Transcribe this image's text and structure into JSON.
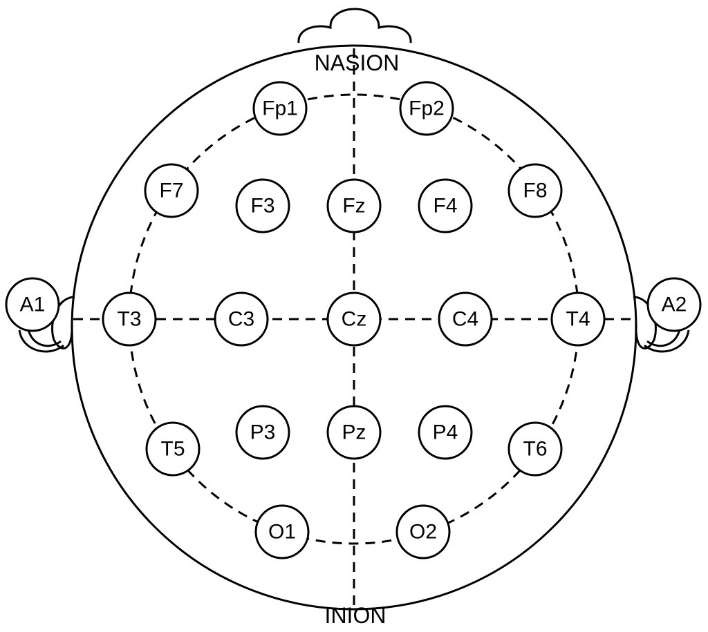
{
  "landmarks": {
    "top": "NASION",
    "bottom": "INION"
  },
  "electrodes": [
    {
      "id": "fp1",
      "label": "Fp1"
    },
    {
      "id": "fp2",
      "label": "Fp2"
    },
    {
      "id": "f7",
      "label": "F7"
    },
    {
      "id": "f3",
      "label": "F3"
    },
    {
      "id": "fz",
      "label": "Fz"
    },
    {
      "id": "f4",
      "label": "F4"
    },
    {
      "id": "f8",
      "label": "F8"
    },
    {
      "id": "a1",
      "label": "A1"
    },
    {
      "id": "t3",
      "label": "T3"
    },
    {
      "id": "c3",
      "label": "C3"
    },
    {
      "id": "cz",
      "label": "Cz"
    },
    {
      "id": "c4",
      "label": "C4"
    },
    {
      "id": "t4",
      "label": "T4"
    },
    {
      "id": "a2",
      "label": "A2"
    },
    {
      "id": "t5",
      "label": "T5"
    },
    {
      "id": "p3",
      "label": "P3"
    },
    {
      "id": "pz",
      "label": "Pz"
    },
    {
      "id": "p4",
      "label": "P4"
    },
    {
      "id": "t6",
      "label": "T6"
    },
    {
      "id": "o1",
      "label": "O1"
    },
    {
      "id": "o2",
      "label": "O2"
    }
  ]
}
